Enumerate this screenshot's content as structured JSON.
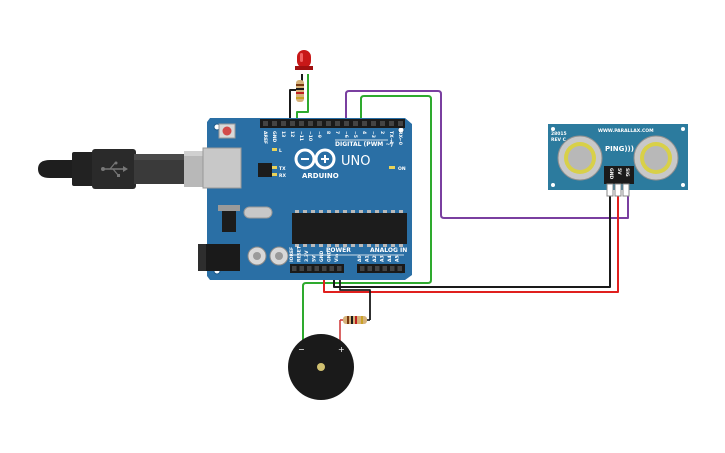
{
  "arduino": {
    "logo_text": "ARDUINO",
    "model": "UNO",
    "digital_label": "DIGITAL (PWM ~)",
    "power_label": "POWER",
    "analog_label": "ANALOG IN",
    "tx_label": "TX",
    "rx_label": "RX",
    "l_label": "L",
    "on_label": "ON",
    "top_pins": [
      "AREF",
      "GND",
      "13",
      "12",
      "~11",
      "~10",
      "~9",
      "8",
      "7",
      "~6",
      "~5",
      "4",
      "~3",
      "2",
      "TX→1",
      "RX←0"
    ],
    "power_pins": [
      "IOREF",
      "RESET",
      "3.3V",
      "5V",
      "GND",
      "GND",
      "Vin"
    ],
    "analog_pins": [
      "A0",
      "A1",
      "A2",
      "A3",
      "A4",
      "A5"
    ]
  },
  "sensor": {
    "brand": "WWW.PARALLAX.COM",
    "model_code": "28015",
    "rev": "REV C",
    "name": "PING)))",
    "pins": [
      "GND",
      "5V",
      "SIG"
    ]
  },
  "buzzer": {
    "minus": "−",
    "plus": "+"
  },
  "colors": {
    "board": "#2a6fa5",
    "board_dark": "#1f5a88",
    "sensor": "#2c7b9e",
    "wire_green": "#2eaa2e",
    "wire_purple": "#7a3fa0",
    "wire_red": "#e0201e",
    "wire_black": "#1a1a1a",
    "led": "#c81818"
  }
}
